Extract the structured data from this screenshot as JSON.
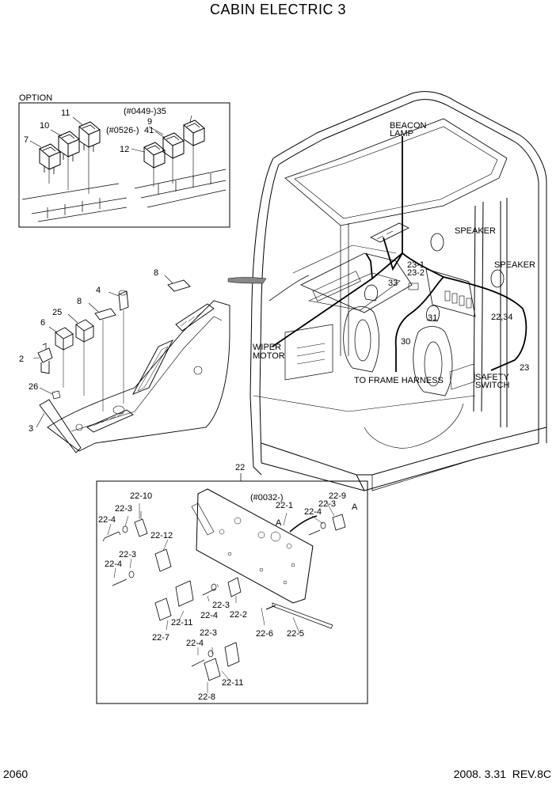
{
  "title": "CABIN ELECTRIC 3",
  "footer": {
    "page": "2060",
    "date": "2008. 3.31",
    "rev": "REV.8C"
  },
  "labels": {
    "option": "OPTION",
    "l11": "11",
    "l10": "10",
    "l7": "7",
    "l0449": "(#0449-)35",
    "l9": "9",
    "l0526": "(#0526-)",
    "l41": "41",
    "l12": "12",
    "beacon1": "BEACON",
    "beacon2": "LAMP",
    "speaker_a": "SPEAKER",
    "speaker_b": "SPEAKER",
    "l23_1": "23-1",
    "l23_2": "23-2",
    "l33": "33",
    "l31": "31",
    "l30": "30",
    "l22_34": "22,34",
    "l23": "23",
    "wiper1": "WIPER",
    "wiper2": "MOTOR",
    "frame": "TO FRAME HARNESS",
    "safety1": "SAFETY",
    "safety2": "SWITCH",
    "l8a": "8",
    "l4": "4",
    "l8b": "8",
    "l25": "25",
    "l6": "6",
    "l2": "2",
    "l26": "26",
    "l3": "3",
    "l22": "22",
    "l0032": "(#0032-)",
    "l22_1": "22-1",
    "l22_10": "22-10",
    "l22_3a": "22-3",
    "l22_4a": "22-4",
    "l22_12": "22-12",
    "l22_3b": "22-3",
    "l22_4b": "22-4",
    "l22_9": "22-9",
    "l22_3c": "22-3",
    "l22_4c": "22-4",
    "lA1": "A",
    "lA2": "A",
    "l22_3d": "22-3",
    "l22_4d": "22-4",
    "l22_2": "22-2",
    "l22_11a": "22-11",
    "l22_7": "22-7",
    "l22_6": "22-6",
    "l22_5": "22-5",
    "l22_3e": "22-3",
    "l22_4e": "22-4",
    "l22_11b": "22-11",
    "l22_8": "22-8"
  }
}
